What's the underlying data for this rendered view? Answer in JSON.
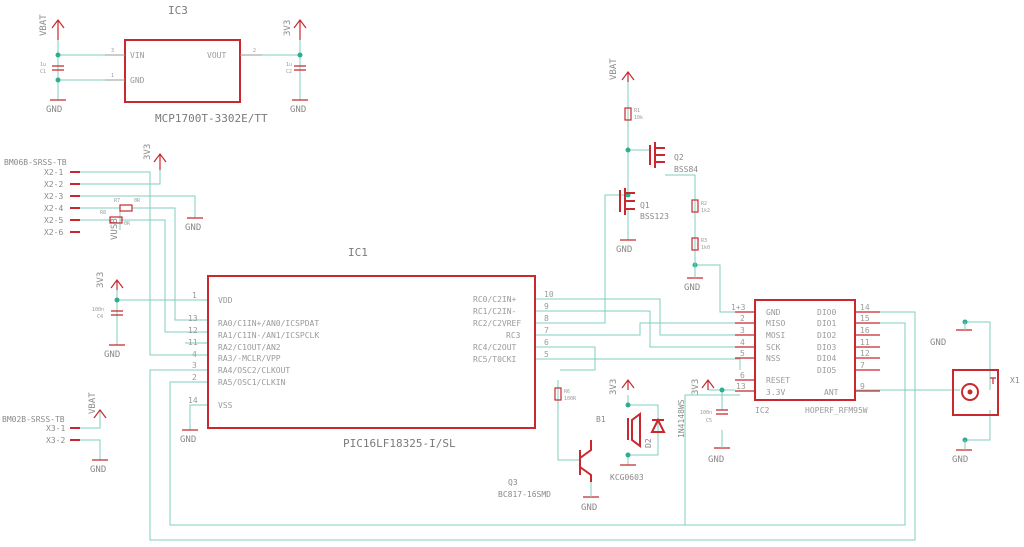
{
  "ic3": {
    "ref": "IC3",
    "part": "MCP1700T-3302E/TT",
    "pins": {
      "vin": "VIN",
      "gnd": "GND",
      "vout": "VOUT"
    },
    "pin_nums": {
      "vin": "3",
      "gnd": "1",
      "vout": "2"
    }
  },
  "ic1": {
    "ref": "IC1",
    "part": "PIC16LF18325-I/SL",
    "left_pins": [
      {
        "num": "1",
        "name": "VDD"
      },
      {
        "num": "13",
        "name": "RA0/C1IN+/AN0/ICSPDAT"
      },
      {
        "num": "12",
        "name": "RA1/C1IN-/AN1/ICSPCLK"
      },
      {
        "num": "11",
        "name": "RA2/C1OUT/AN2"
      },
      {
        "num": "4",
        "name": "RA3/-MCLR/VPP"
      },
      {
        "num": "3",
        "name": "RA4/OSC2/CLKOUT"
      },
      {
        "num": "2",
        "name": "RA5/OSC1/CLKIN"
      },
      {
        "num": "14",
        "name": "VSS"
      }
    ],
    "right_pins": [
      {
        "num": "10",
        "name": "RC0/C2IN+"
      },
      {
        "num": "9",
        "name": "RC1/C2IN-"
      },
      {
        "num": "8",
        "name": "RC2/C2VREF"
      },
      {
        "num": "7",
        "name": "RC3"
      },
      {
        "num": "6",
        "name": "RC4/C2OUT"
      },
      {
        "num": "5",
        "name": "RC5/T0CKI"
      }
    ]
  },
  "ic2": {
    "ref": "IC2",
    "part": "HOPERF_RFM95W",
    "left_pins": [
      {
        "num": "1+3",
        "name": "GND"
      },
      {
        "num": "2",
        "name": "MISO"
      },
      {
        "num": "3",
        "name": "MOSI"
      },
      {
        "num": "4",
        "name": "SCK"
      },
      {
        "num": "5",
        "name": "NSS"
      },
      {
        "num": "6",
        "name": "RESET"
      },
      {
        "num": "13",
        "name": "3.3V"
      }
    ],
    "right_pins": [
      {
        "num": "14",
        "name": "DIO0"
      },
      {
        "num": "15",
        "name": "DIO1"
      },
      {
        "num": "16",
        "name": "DIO2"
      },
      {
        "num": "11",
        "name": "DIO3"
      },
      {
        "num": "12",
        "name": "DIO4"
      },
      {
        "num": "7",
        "name": "DIO5"
      },
      {
        "num": "9",
        "name": "ANT"
      }
    ]
  },
  "conn_x2": {
    "ref": "BM06B-SRSS-TB",
    "pins": [
      "X2-1",
      "X2-2",
      "X2-3",
      "X2-4",
      "X2-5",
      "X2-6"
    ]
  },
  "conn_x3": {
    "ref": "BM02B-SRSS-TB",
    "pins": [
      "X3-1",
      "X3-2"
    ]
  },
  "supplies": {
    "vbat": "VBAT",
    "v33": "3V3",
    "gnd": "GND",
    "vusb": "VUSB"
  },
  "parts": {
    "c1": {
      "ref": "C1",
      "val": "1u"
    },
    "c2": {
      "ref": "C2",
      "val": "1u"
    },
    "c4": {
      "ref": "C4",
      "val": "100n"
    },
    "c5": {
      "ref": "C5",
      "val": "100n"
    },
    "r1": {
      "ref": "R1",
      "val": "10k"
    },
    "r2": {
      "ref": "R2",
      "val": "1k2"
    },
    "r3": {
      "ref": "R3",
      "val": "1k0"
    },
    "r6": {
      "ref": "R6",
      "val": "100R"
    },
    "r7": {
      "ref": "R7",
      "val": "0R"
    },
    "r8": {
      "ref": "R8",
      "val": "0R"
    },
    "q1": {
      "ref": "Q1",
      "val": "BSS123"
    },
    "q2": {
      "ref": "Q2",
      "val": "BSS84"
    },
    "q3": {
      "ref": "Q3",
      "val": "BC817-16SMD"
    },
    "b1": {
      "ref": "B1",
      "val": "KCG0603"
    },
    "d2": {
      "ref": "D2",
      "val": "1N4148WS"
    },
    "x1": {
      "ref": "X1"
    }
  }
}
